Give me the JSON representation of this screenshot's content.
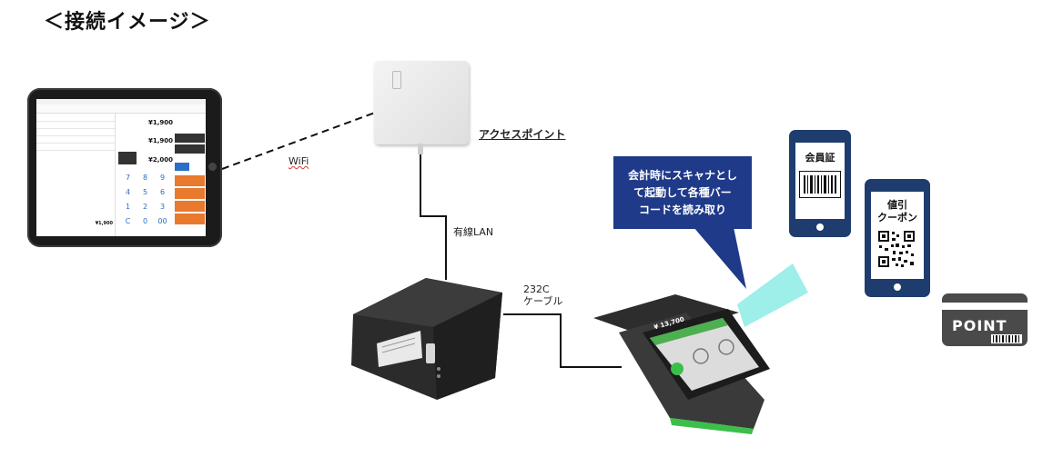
{
  "title": "＜接続イメージ＞",
  "labels": {
    "access_point": "アクセスポイント",
    "wifi": "WiFi",
    "wired_lan": "有線LAN",
    "cable_line1": "232C",
    "cable_line2": "ケーブル"
  },
  "bubble": {
    "line1": "会計時にスキャナとし",
    "line2": "て起動して各種バー",
    "line3": "コードを読み取り"
  },
  "cards": {
    "member_card": "会員証",
    "coupon_line1": "値引",
    "coupon_line2": "クーポン",
    "point_card": "POINT"
  },
  "terminal": {
    "screen_amount": "¥ 13,700"
  },
  "tablet": {
    "amount_1": "¥1,900",
    "amount_2": "¥1,900",
    "amount_3": "¥2,000",
    "total": "¥1,900",
    "keys": [
      "7",
      "8",
      "9",
      "4",
      "5",
      "6",
      "1",
      "2",
      "3",
      "C",
      "0",
      "00"
    ]
  },
  "colors": {
    "bubble": "#1f3a89",
    "phone": "#1e3d6e",
    "scan_beam": "#4fe0d8",
    "tablet_accent": "#e8792d"
  }
}
